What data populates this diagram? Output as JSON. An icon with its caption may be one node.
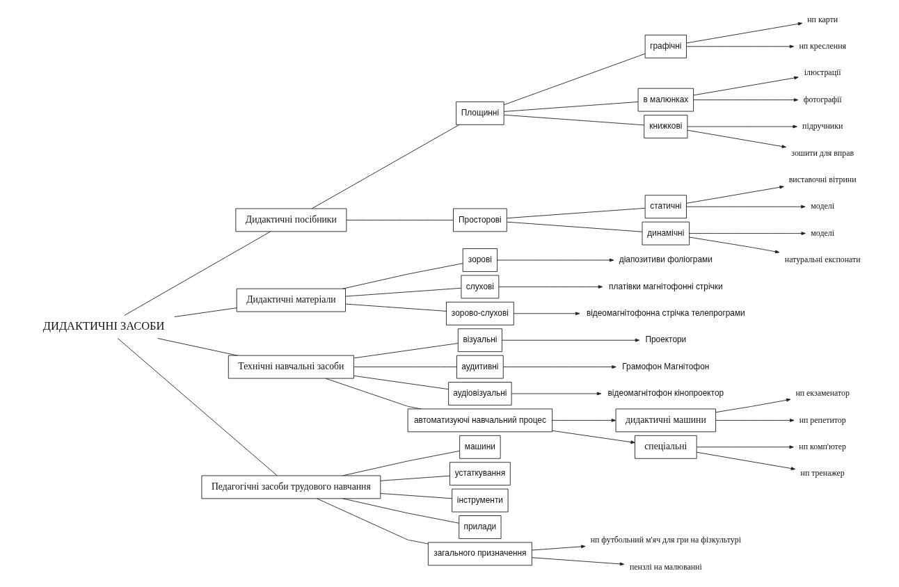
{
  "diagram": {
    "nodes": [
      {
        "text": [
          "ДИДАКТИЧНІ ЗАСОБИ"
        ]
      },
      {
        "text": [
          "Дидактичні посібники"
        ]
      },
      {
        "text": [
          "Дидактичні матеріали"
        ]
      },
      {
        "text": [
          "Технічні навчальні засоби"
        ]
      },
      {
        "text": [
          "Педагогічні засоби трудового навчання"
        ]
      },
      {
        "text": [
          "Площинні"
        ]
      },
      {
        "text": [
          "Просторові"
        ]
      },
      {
        "text": [
          "графічні"
        ]
      },
      {
        "text": [
          "в малюнках"
        ]
      },
      {
        "text": [
          "книжкові"
        ]
      },
      {
        "text": [
          "статичні"
        ]
      },
      {
        "text": [
          "динамічні"
        ]
      },
      {
        "text": [
          "нп карти"
        ]
      },
      {
        "text": [
          "нп креслення"
        ]
      },
      {
        "text": [
          "ілюстрації"
        ]
      },
      {
        "text": [
          "фотографії"
        ]
      },
      {
        "text": [
          "підручники"
        ]
      },
      {
        "text": [
          "зошити для вправ"
        ]
      },
      {
        "text": [
          "виставочні вітрини"
        ]
      },
      {
        "text": [
          "моделі"
        ]
      },
      {
        "text": [
          "моделі"
        ]
      },
      {
        "text": [
          "натуральні експонати"
        ]
      },
      {
        "text": [
          "зорові"
        ]
      },
      {
        "text": [
          "слухові"
        ]
      },
      {
        "text": [
          "зорово-слухові"
        ]
      },
      {
        "text": [
          "діапозитиви фоліограми"
        ]
      },
      {
        "text": [
          "платівки магнітофонні стрічки"
        ]
      },
      {
        "text": [
          "відеомагнітофонна стрічка телепрограми"
        ]
      },
      {
        "text": [
          "візуальні"
        ]
      },
      {
        "text": [
          "аудитивні"
        ]
      },
      {
        "text": [
          "аудіовізуальні"
        ]
      },
      {
        "text": [
          "автоматизуючі навчальний процес"
        ]
      },
      {
        "text": [
          "Проектори"
        ]
      },
      {
        "text": [
          "Грамофон Магнітофон"
        ]
      },
      {
        "text": [
          "відеомагнітофон кінопроектор"
        ]
      },
      {
        "text": [
          "дидактичні машини"
        ]
      },
      {
        "text": [
          "спеціальні"
        ]
      },
      {
        "text": [
          "нп екзаменатор"
        ]
      },
      {
        "text": [
          "нп репетитор"
        ]
      },
      {
        "text": [
          "нп комп'ютер"
        ]
      },
      {
        "text": [
          "нп тренажер"
        ]
      },
      {
        "text": [
          "машини"
        ]
      },
      {
        "text": [
          "устаткування"
        ]
      },
      {
        "text": [
          "інструменти"
        ]
      },
      {
        "text": [
          "прилади"
        ]
      },
      {
        "text": [
          "загального призначення"
        ]
      },
      {
        "text": [
          "нп футбольний м'яч для гри на фізкультурі"
        ]
      },
      {
        "text": [
          "пензлі на малюванні"
        ]
      }
    ],
    "edges": [
      {
        "from": 0,
        "to": 1,
        "arrow": "none"
      },
      {
        "from": 0,
        "to": 2,
        "arrow": "none"
      },
      {
        "from": 0,
        "to": 3,
        "arrow": "none"
      },
      {
        "from": 0,
        "to": 4,
        "arrow": "none"
      },
      {
        "from": 1,
        "to": 5,
        "arrow": "none"
      },
      {
        "from": 1,
        "to": 6,
        "arrow": "none"
      },
      {
        "from": 5,
        "to": 7,
        "arrow": "none"
      },
      {
        "from": 5,
        "to": 8,
        "arrow": "none"
      },
      {
        "from": 5,
        "to": 9,
        "arrow": "none"
      },
      {
        "from": 6,
        "to": 10,
        "arrow": "none"
      },
      {
        "from": 6,
        "to": 11,
        "arrow": "none"
      },
      {
        "from": 7,
        "to": 12,
        "arrow": "to"
      },
      {
        "from": 7,
        "to": 13,
        "arrow": "to"
      },
      {
        "from": 8,
        "to": 14,
        "arrow": "to"
      },
      {
        "from": 8,
        "to": 15,
        "arrow": "to"
      },
      {
        "from": 9,
        "to": 16,
        "arrow": "to"
      },
      {
        "from": 9,
        "to": 17,
        "arrow": "to"
      },
      {
        "from": 10,
        "to": 18,
        "arrow": "to"
      },
      {
        "from": 10,
        "to": 19,
        "arrow": "to"
      },
      {
        "from": 11,
        "to": 20,
        "arrow": "to"
      },
      {
        "from": 11,
        "to": 21,
        "arrow": "to"
      },
      {
        "from": 2,
        "to": 22,
        "arrow": "none"
      },
      {
        "from": 2,
        "to": 23,
        "arrow": "none"
      },
      {
        "from": 2,
        "to": 24,
        "arrow": "none"
      },
      {
        "from": 22,
        "to": 25,
        "arrow": "to"
      },
      {
        "from": 23,
        "to": 26,
        "arrow": "to"
      },
      {
        "from": 24,
        "to": 27,
        "arrow": "to"
      },
      {
        "from": 3,
        "to": 28,
        "arrow": "none"
      },
      {
        "from": 3,
        "to": 29,
        "arrow": "none"
      },
      {
        "from": 3,
        "to": 30,
        "arrow": "none"
      },
      {
        "from": 3,
        "to": 31,
        "arrow": "none"
      },
      {
        "from": 28,
        "to": 32,
        "arrow": "to"
      },
      {
        "from": 29,
        "to": 33,
        "arrow": "to"
      },
      {
        "from": 30,
        "to": 34,
        "arrow": "to"
      },
      {
        "from": 31,
        "to": 35,
        "arrow": "to"
      },
      {
        "from": 31,
        "to": 36,
        "arrow": "to"
      },
      {
        "from": 35,
        "to": 37,
        "arrow": "to"
      },
      {
        "from": 35,
        "to": 38,
        "arrow": "to"
      },
      {
        "from": 36,
        "to": 39,
        "arrow": "to"
      },
      {
        "from": 36,
        "to": 40,
        "arrow": "to"
      },
      {
        "from": 4,
        "to": 41,
        "arrow": "none"
      },
      {
        "from": 4,
        "to": 42,
        "arrow": "none"
      },
      {
        "from": 4,
        "to": 43,
        "arrow": "none"
      },
      {
        "from": 4,
        "to": 44,
        "arrow": "none"
      },
      {
        "from": 4,
        "to": 45,
        "arrow": "none"
      },
      {
        "from": 45,
        "to": 46,
        "arrow": "to"
      },
      {
        "from": 45,
        "to": 47,
        "arrow": "to"
      }
    ]
  }
}
